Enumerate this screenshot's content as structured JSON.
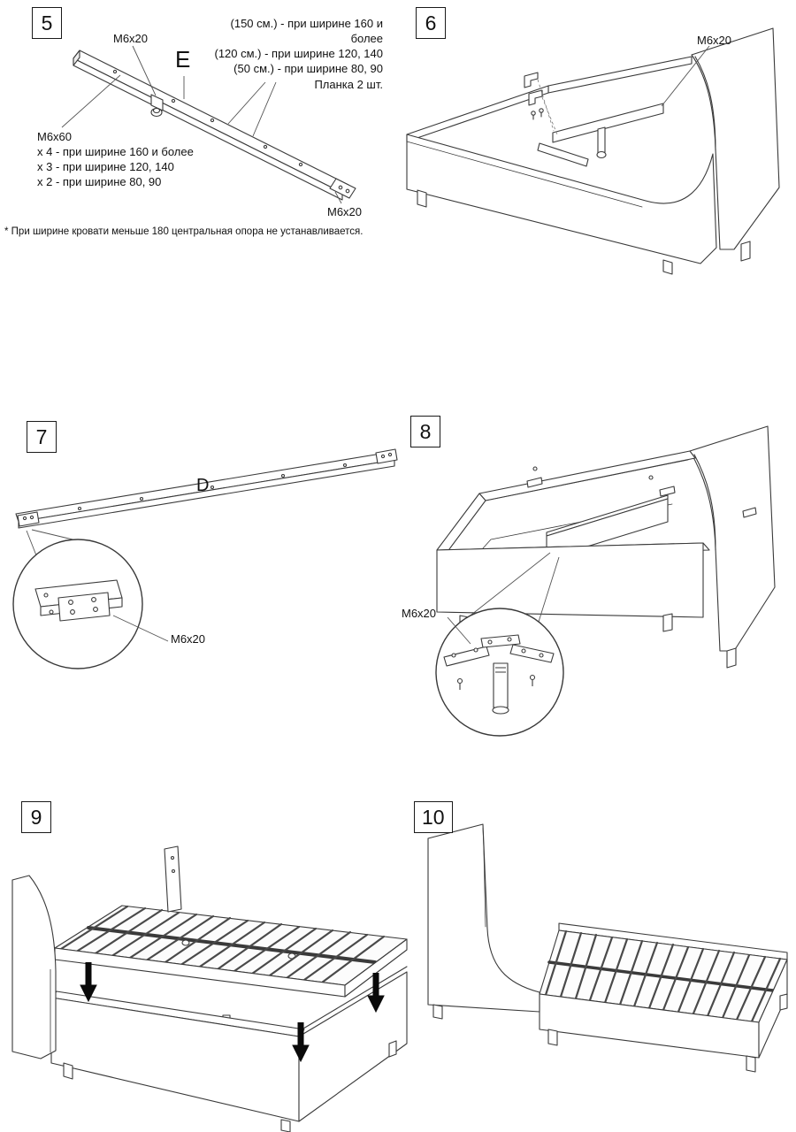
{
  "page": {
    "footnote": "* При ширине кровати меньше 180 центральная опора не устанавливается."
  },
  "step5": {
    "number": "5",
    "part_letter": "E",
    "hardware_top": "M6x20",
    "hardware_bottom": "M6x20",
    "size_notes": [
      "(150 см.) - при ширине 160 и более",
      "(120 см.) - при ширине 120, 140",
      "(50 см.) - при ширине 80, 90",
      "Планка 2 шт."
    ],
    "bolt_label": "M6x60",
    "bolt_notes": [
      "x 4 - при ширине 160 и более",
      "x 3 - при ширине 120, 140",
      "x 2 - при ширине 80, 90"
    ]
  },
  "step6": {
    "number": "6",
    "hardware": "M6x20"
  },
  "step7": {
    "number": "7",
    "part_letter": "D",
    "hardware": "M6x20"
  },
  "step8": {
    "number": "8",
    "hardware": "M6x20"
  },
  "step9": {
    "number": "9"
  },
  "step10": {
    "number": "10"
  }
}
